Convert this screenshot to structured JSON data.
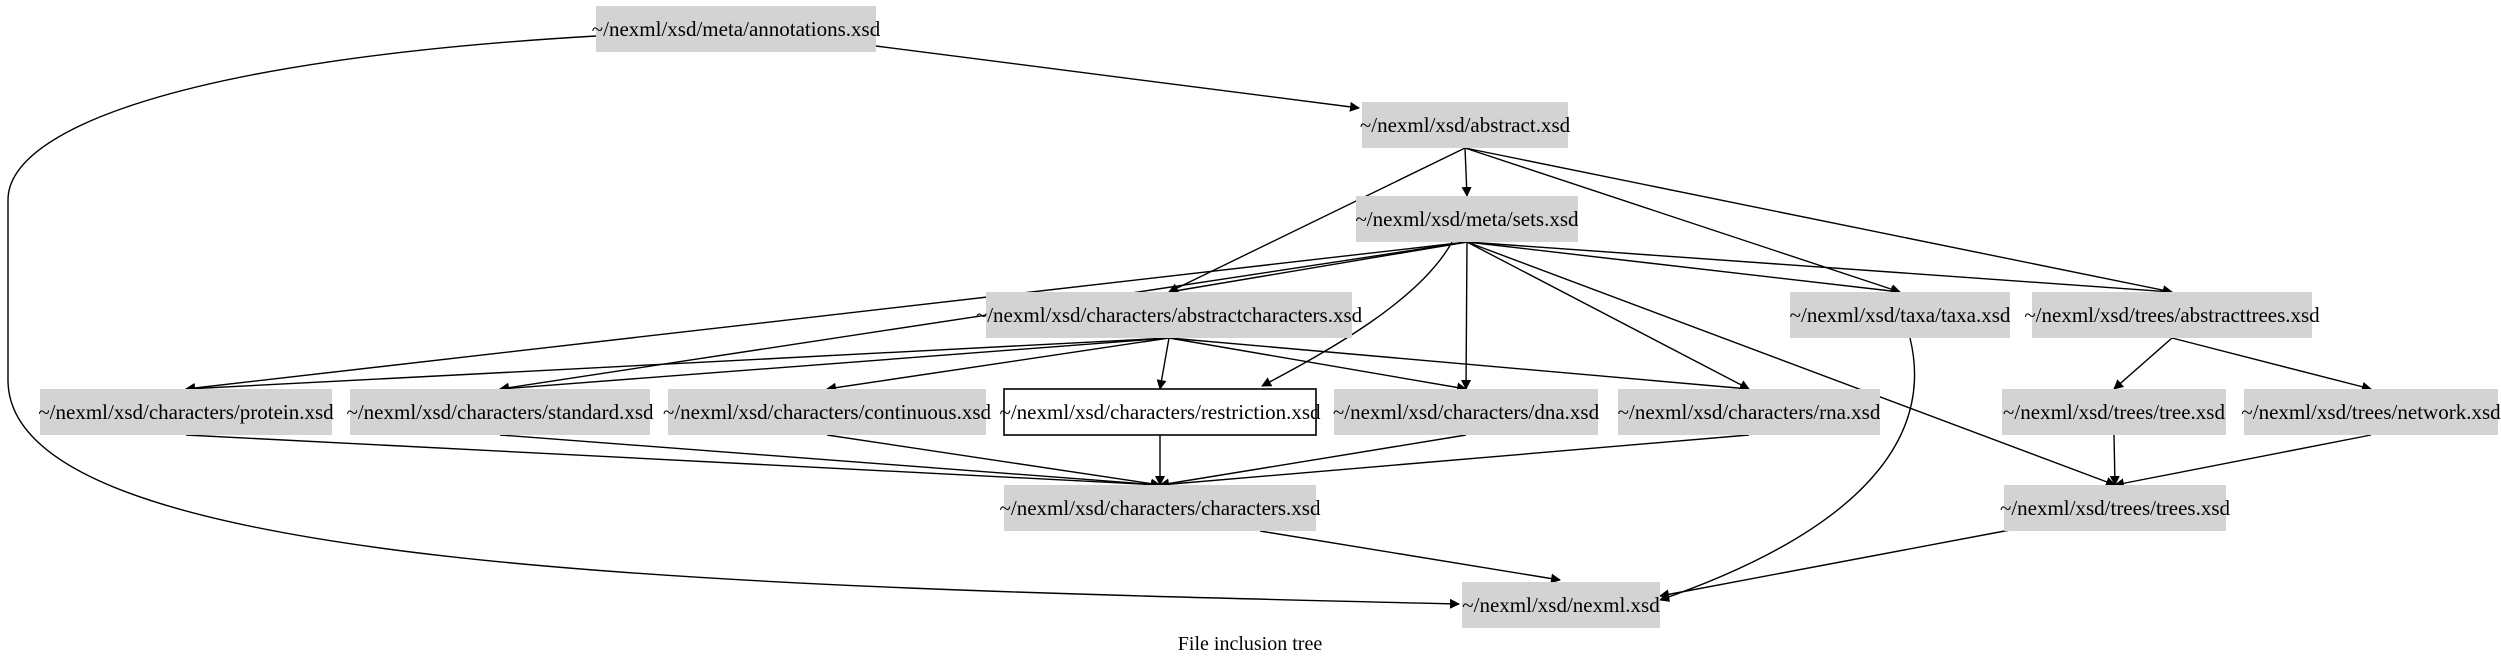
{
  "diagram": {
    "caption": "File inclusion tree",
    "colors": {
      "node_fill": "#d3d3d3",
      "highlight_fill": "#ffffff",
      "edge": "#000000"
    },
    "nodes": [
      {
        "id": "annotations",
        "label": "~/nexml/xsd/meta/annotations.xsd",
        "highlighted": false
      },
      {
        "id": "abstract",
        "label": "~/nexml/xsd/abstract.xsd",
        "highlighted": false
      },
      {
        "id": "sets",
        "label": "~/nexml/xsd/meta/sets.xsd",
        "highlighted": false
      },
      {
        "id": "abstractcharacters",
        "label": "~/nexml/xsd/characters/abstractcharacters.xsd",
        "highlighted": false
      },
      {
        "id": "taxa",
        "label": "~/nexml/xsd/taxa/taxa.xsd",
        "highlighted": false
      },
      {
        "id": "abstracttrees",
        "label": "~/nexml/xsd/trees/abstracttrees.xsd",
        "highlighted": false
      },
      {
        "id": "protein",
        "label": "~/nexml/xsd/characters/protein.xsd",
        "highlighted": false
      },
      {
        "id": "standard",
        "label": "~/nexml/xsd/characters/standard.xsd",
        "highlighted": false
      },
      {
        "id": "continuous",
        "label": "~/nexml/xsd/characters/continuous.xsd",
        "highlighted": false
      },
      {
        "id": "restriction",
        "label": "~/nexml/xsd/characters/restriction.xsd",
        "highlighted": true
      },
      {
        "id": "dna",
        "label": "~/nexml/xsd/characters/dna.xsd",
        "highlighted": false
      },
      {
        "id": "rna",
        "label": "~/nexml/xsd/characters/rna.xsd",
        "highlighted": false
      },
      {
        "id": "tree",
        "label": "~/nexml/xsd/trees/tree.xsd",
        "highlighted": false
      },
      {
        "id": "network",
        "label": "~/nexml/xsd/trees/network.xsd",
        "highlighted": false
      },
      {
        "id": "characters",
        "label": "~/nexml/xsd/characters/characters.xsd",
        "highlighted": false
      },
      {
        "id": "trees",
        "label": "~/nexml/xsd/trees/trees.xsd",
        "highlighted": false
      },
      {
        "id": "nexml",
        "label": "~/nexml/xsd/nexml.xsd",
        "highlighted": false
      }
    ],
    "edges": [
      {
        "from": "annotations",
        "to": "abstract"
      },
      {
        "from": "annotations",
        "to": "nexml"
      },
      {
        "from": "abstract",
        "to": "sets"
      },
      {
        "from": "abstract",
        "to": "abstractcharacters"
      },
      {
        "from": "abstract",
        "to": "taxa"
      },
      {
        "from": "abstract",
        "to": "abstracttrees"
      },
      {
        "from": "sets",
        "to": "abstractcharacters"
      },
      {
        "from": "sets",
        "to": "taxa"
      },
      {
        "from": "sets",
        "to": "abstracttrees"
      },
      {
        "from": "sets",
        "to": "protein"
      },
      {
        "from": "sets",
        "to": "standard"
      },
      {
        "from": "sets",
        "to": "restriction"
      },
      {
        "from": "sets",
        "to": "dna"
      },
      {
        "from": "sets",
        "to": "rna"
      },
      {
        "from": "sets",
        "to": "trees"
      },
      {
        "from": "abstractcharacters",
        "to": "protein"
      },
      {
        "from": "abstractcharacters",
        "to": "standard"
      },
      {
        "from": "abstractcharacters",
        "to": "continuous"
      },
      {
        "from": "abstractcharacters",
        "to": "restriction"
      },
      {
        "from": "abstractcharacters",
        "to": "dna"
      },
      {
        "from": "abstractcharacters",
        "to": "rna"
      },
      {
        "from": "abstracttrees",
        "to": "tree"
      },
      {
        "from": "abstracttrees",
        "to": "network"
      },
      {
        "from": "protein",
        "to": "characters"
      },
      {
        "from": "standard",
        "to": "characters"
      },
      {
        "from": "continuous",
        "to": "characters"
      },
      {
        "from": "restriction",
        "to": "characters"
      },
      {
        "from": "dna",
        "to": "characters"
      },
      {
        "from": "rna",
        "to": "characters"
      },
      {
        "from": "tree",
        "to": "trees"
      },
      {
        "from": "network",
        "to": "trees"
      },
      {
        "from": "taxa",
        "to": "nexml"
      },
      {
        "from": "characters",
        "to": "nexml"
      },
      {
        "from": "trees",
        "to": "nexml"
      }
    ]
  }
}
